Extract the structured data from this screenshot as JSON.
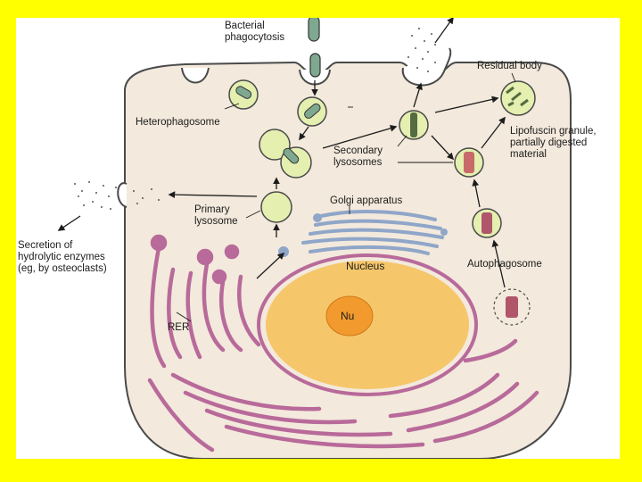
{
  "diagram": {
    "labels": {
      "bacterial_phagocytosis_1": "Bacterial",
      "bacterial_phagocytosis_2": "phagocytosis",
      "heterophagosome": "Heterophagosome",
      "residual_body": "Residual body",
      "lipofuscin_1": "Lipofuscin granule,",
      "lipofuscin_2": "partially digested",
      "lipofuscin_3": "material",
      "secondary_lysosomes_1": "Secondary",
      "secondary_lysosomes_2": "lysosomes",
      "golgi_apparatus": "Golgi apparatus",
      "primary_lysosome_1": "Primary",
      "primary_lysosome_2": "lysosome",
      "secretion_1": "Secretion of",
      "secretion_2": "hydrolytic enzymes",
      "secretion_3": "(eg, by osteoclasts)",
      "nucleus": "Nucleus",
      "nucleolus": "Nu",
      "autophagosome": "Autophagosome",
      "rer": "RER"
    },
    "colors": {
      "border": "#ffff00",
      "background": "#ffffff",
      "cytoplasm": "#f3e9dc",
      "membrane": "#4a4a4a",
      "nucleus": "#f6c66a",
      "nucleolus": "#f29a2e",
      "rer": "#b86a9a",
      "golgi": "#8fa6c8",
      "vesicle": "#e4efb0",
      "bacterium": "#7fa890"
    }
  }
}
